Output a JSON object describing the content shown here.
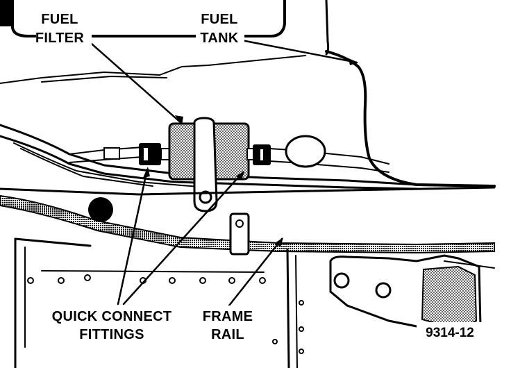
{
  "labels": {
    "fuel_filter_line1": "FUEL",
    "fuel_filter_line2": "FILTER",
    "fuel_tank_line1": "FUEL",
    "fuel_tank_line2": "TANK",
    "quick_connect_line1": "QUICK CONNECT",
    "quick_connect_line2": "FITTINGS",
    "frame_rail_line1": "FRAME",
    "frame_rail_line2": "RAIL"
  },
  "figure_number": "9314-12"
}
